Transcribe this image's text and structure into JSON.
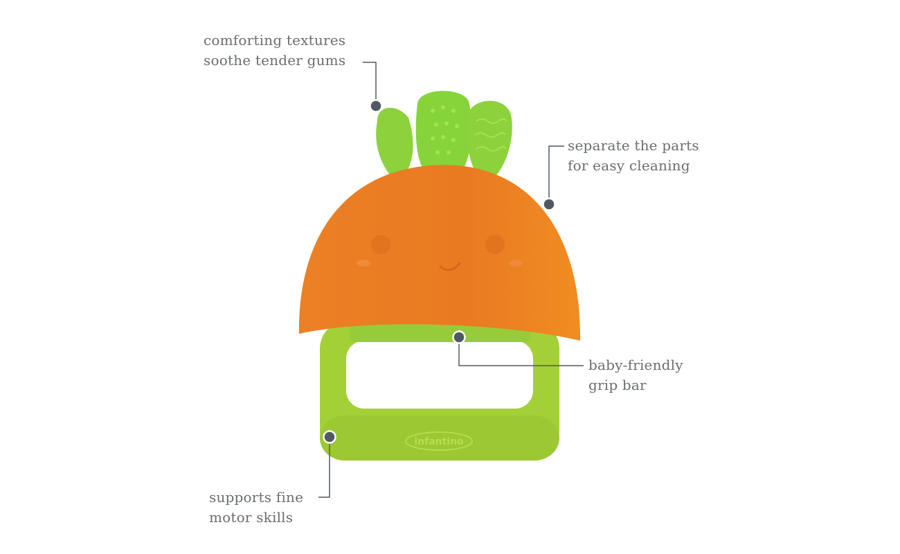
{
  "callouts": [
    {
      "lines": [
        "comforting textures",
        "soothe tender gums"
      ]
    },
    {
      "lines": [
        "separate the parts",
        "for easy cleaning"
      ]
    },
    {
      "lines": [
        "baby-friendly",
        "grip bar"
      ]
    },
    {
      "lines": [
        "supports fine",
        "motor skills"
      ]
    }
  ],
  "product": {
    "logo_text": "infantino"
  },
  "colors": {
    "text": "#6a6d70",
    "leader": "#4f5964",
    "orange": "#ec7f22",
    "green": "#a4d037",
    "leaf_green": "#8cd23c"
  }
}
